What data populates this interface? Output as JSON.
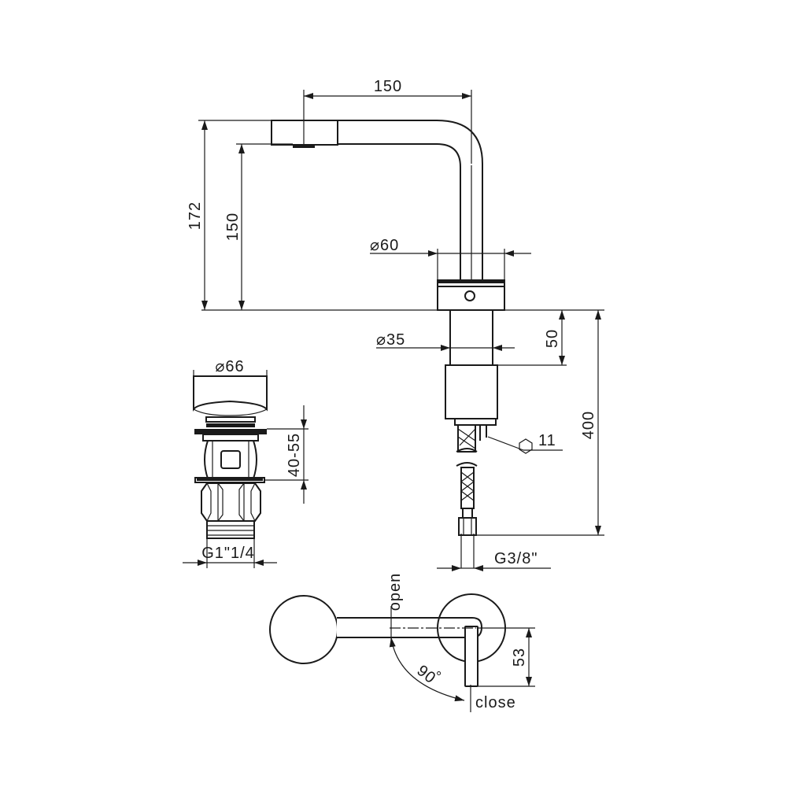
{
  "dimensions": {
    "spout_reach": "150",
    "total_height": "172",
    "spout_height": "150",
    "body_diameter": "⌀60",
    "shank_diameter": "⌀35",
    "shank_length": "50",
    "hose_length": "400",
    "hex_nut": "11",
    "waste_diameter": "⌀66",
    "waste_range": "40-55",
    "waste_thread": "G1\"1/4",
    "hose_thread": "G3/8\"",
    "lever_offset": "53",
    "lever_angle": "90",
    "degree_symbol": "°"
  },
  "lever_positions": {
    "open": "open",
    "close": "close"
  },
  "icons": {
    "hex": "hexagon-icon"
  }
}
